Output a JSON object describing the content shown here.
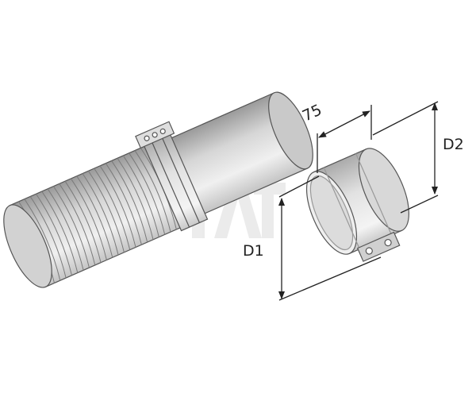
{
  "dimensions": {
    "width_label": "75",
    "d1_label": "D1",
    "d2_label": "D2"
  },
  "colors": {
    "metal_light": "#e6e6e6",
    "metal_mid": "#bdbdbd",
    "metal_dark": "#8a8a8a",
    "outline": "#555555",
    "dim_line": "#222222",
    "watermark": "#d9d9d9"
  }
}
